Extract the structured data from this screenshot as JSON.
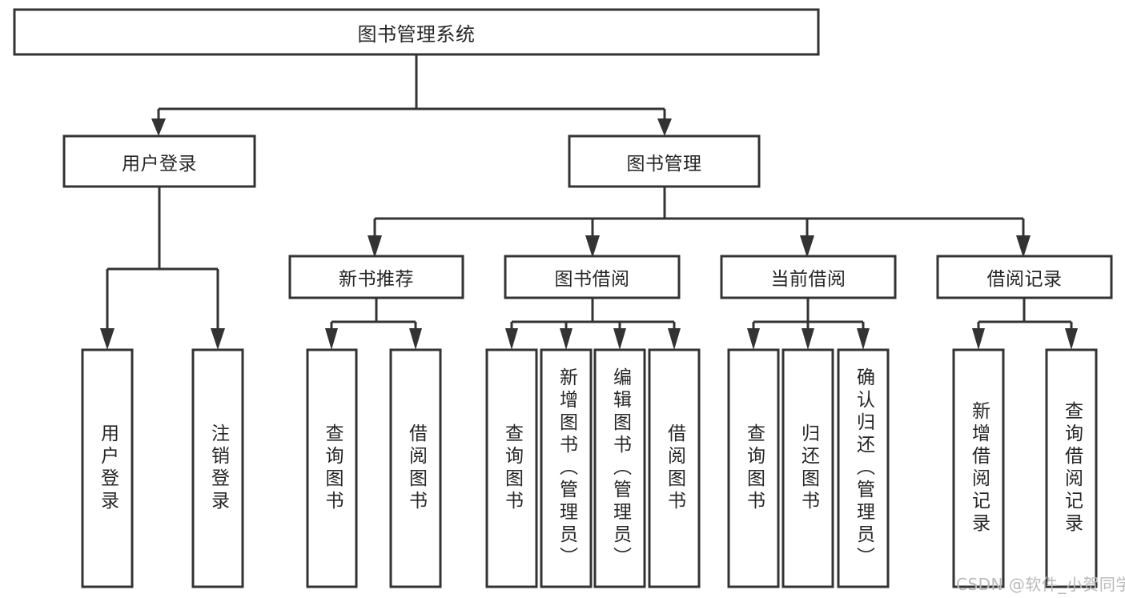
{
  "diagram": {
    "title": "图书管理系统",
    "type": "tree-hierarchy-diagram",
    "colors": {
      "stroke": "#333333",
      "fill": "#ffffff",
      "text": "#262626",
      "watermark": "#b9b9b9"
    },
    "root": {
      "label": "图书管理系统"
    },
    "level2": [
      {
        "label": "用户登录"
      },
      {
        "label": "图书管理"
      }
    ],
    "level3": [
      {
        "label": "新书推荐"
      },
      {
        "label": "图书借阅"
      },
      {
        "label": "当前借阅"
      },
      {
        "label": "借阅记录"
      }
    ],
    "leaves_user_login": [
      {
        "label": "用户登录"
      },
      {
        "label": "注销登录"
      }
    ],
    "leaves_new_book": [
      {
        "label": "查询图书"
      },
      {
        "label": "借阅图书"
      }
    ],
    "leaves_borrow": [
      {
        "label": "查询图书"
      },
      {
        "label": "新增图书（管理员）"
      },
      {
        "label": "编辑图书（管理员）"
      },
      {
        "label": "借阅图书"
      }
    ],
    "leaves_current": [
      {
        "label": "查询图书"
      },
      {
        "label": "归还图书"
      },
      {
        "label": "确认归还（管理员）"
      }
    ],
    "leaves_records": [
      {
        "label": "新增借阅记录"
      },
      {
        "label": "查询借阅记录"
      }
    ]
  },
  "watermark": {
    "text": "CSDN @软件_小贺同学"
  }
}
